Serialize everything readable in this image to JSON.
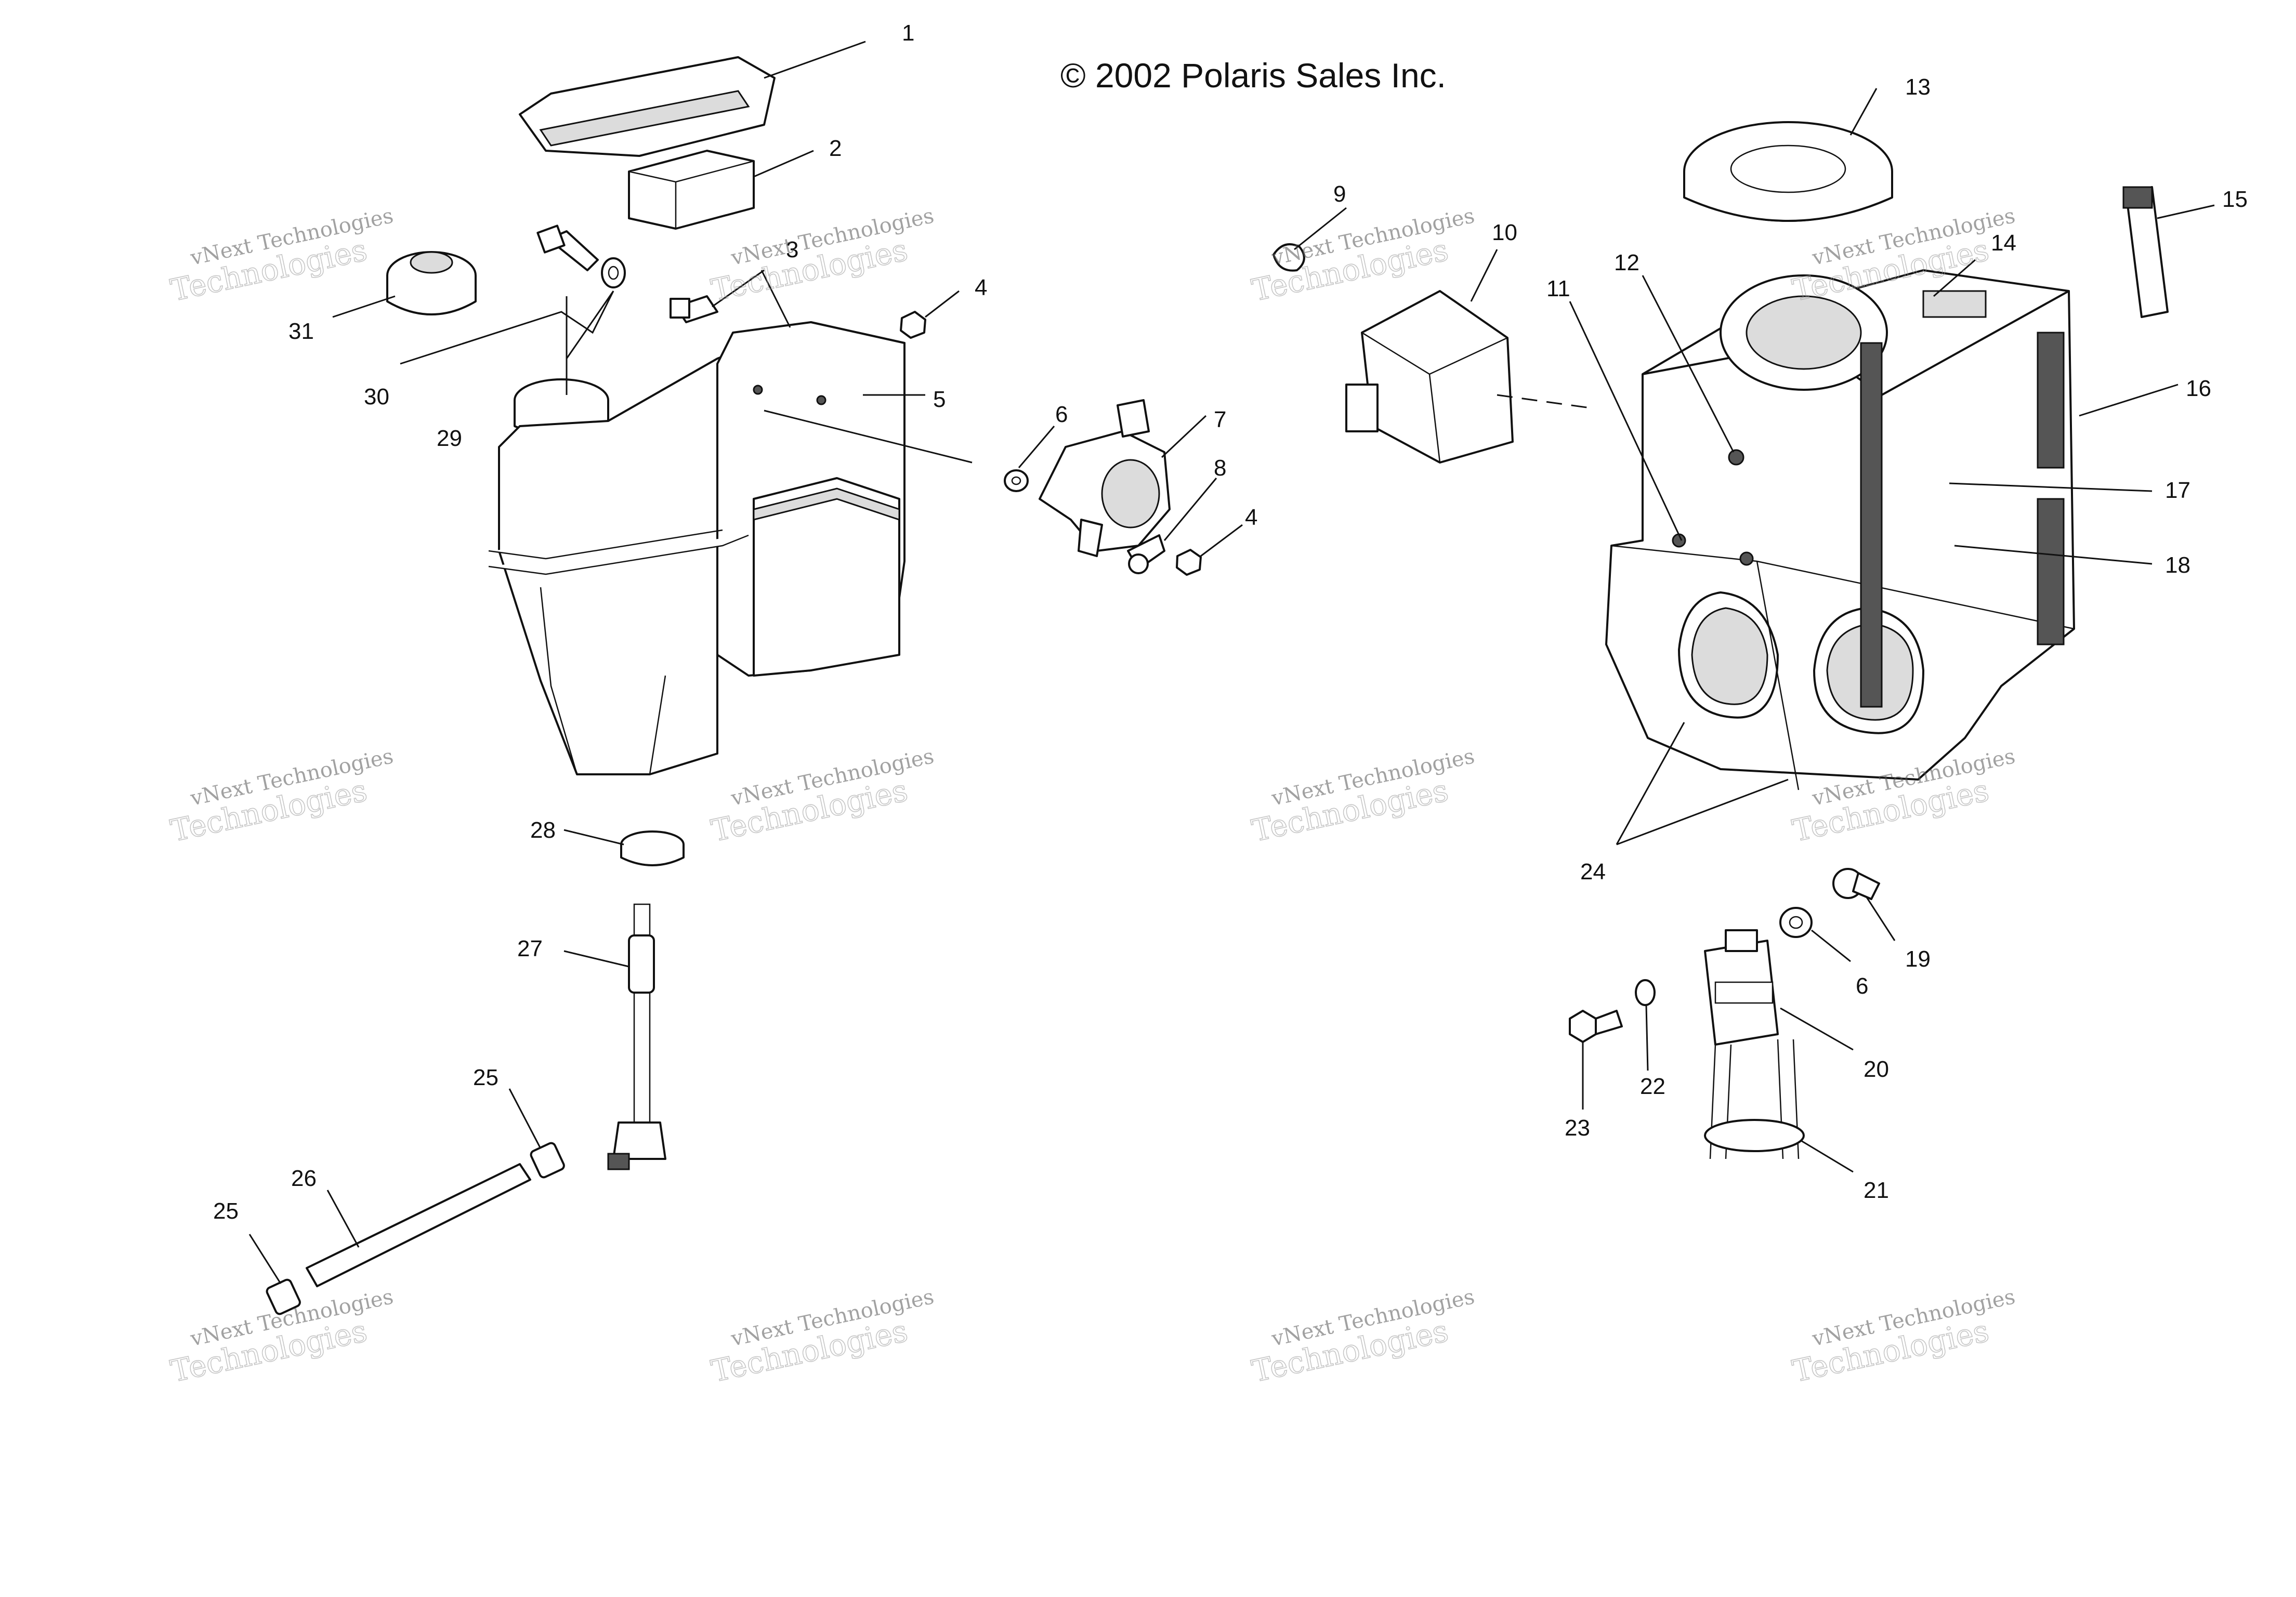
{
  "copyright": "© 2002 Polaris Sales Inc.",
  "watermark": {
    "line1": "vNext Technologies",
    "line2": "Technologies",
    "positions": [
      [
        0,
        0
      ],
      [
        1,
        0
      ],
      [
        2,
        0
      ],
      [
        3,
        0
      ],
      [
        0,
        1
      ],
      [
        1,
        1
      ],
      [
        2,
        1
      ],
      [
        3,
        1
      ],
      [
        0,
        2
      ],
      [
        1,
        2
      ],
      [
        2,
        2
      ],
      [
        3,
        2
      ]
    ]
  },
  "callouts": [
    "1",
    "2",
    "3",
    "4",
    "5",
    "6",
    "7",
    "8",
    "4",
    "9",
    "10",
    "11",
    "12",
    "13",
    "14",
    "15",
    "16",
    "17",
    "18",
    "24",
    "19",
    "6",
    "20",
    "21",
    "22",
    "23",
    "25",
    "25",
    "26",
    "27",
    "28",
    "29",
    "30",
    "31"
  ]
}
